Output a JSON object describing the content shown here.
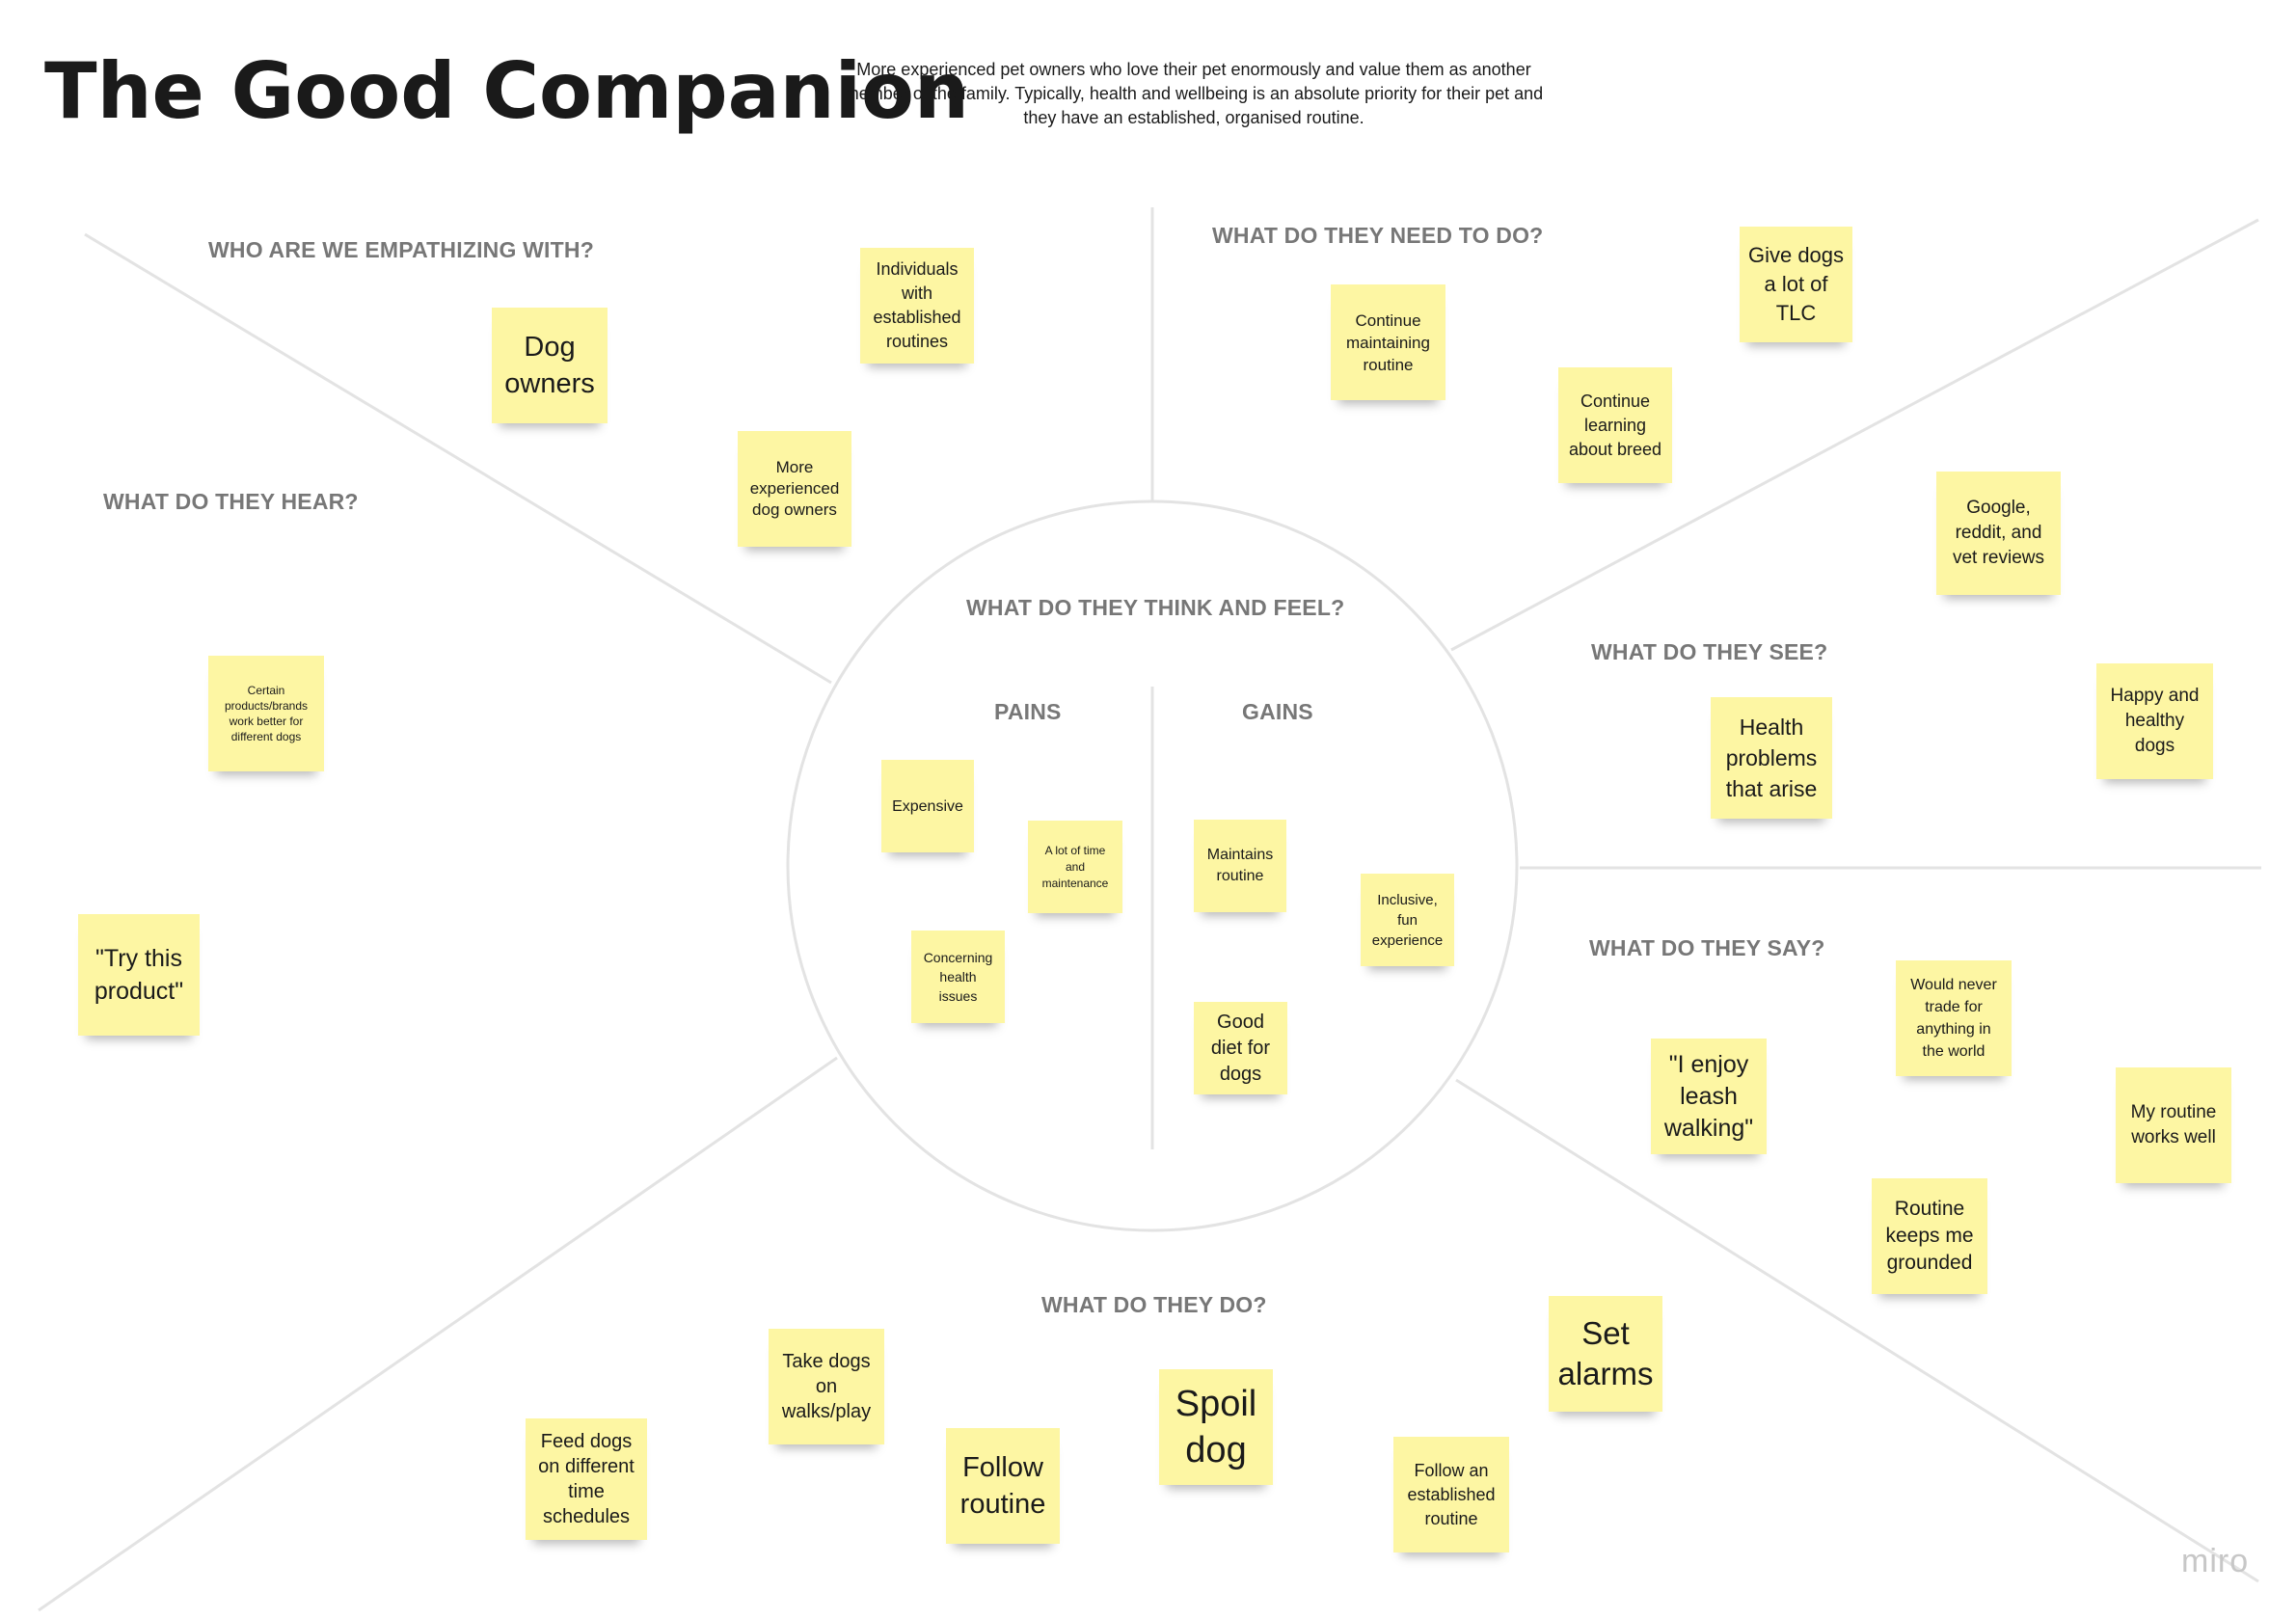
{
  "title": "The Good Companion",
  "subtitle": "More experienced pet owners who love their pet enormously and value them as another member of the family. Typically, health and wellbeing is an absolute priority for their pet and they have an established, organised routine.",
  "sections": {
    "who": "WHO ARE WE EMPATHIZING WITH?",
    "need": "WHAT DO THEY NEED TO DO?",
    "hear": "WHAT DO THEY HEAR?",
    "think": "WHAT DO THEY THINK AND FEEL?",
    "pains": "PAINS",
    "gains": "GAINS",
    "see": "WHAT DO THEY SEE?",
    "say": "WHAT DO THEY SAY?",
    "do": "WHAT DO THEY DO?"
  },
  "notes": {
    "dog_owners": "Dog owners",
    "individuals_routines": "Individuals with established routines",
    "more_experienced": "More experienced dog owners",
    "continue_routine": "Continue maintaining routine",
    "give_tlc": "Give dogs a lot of TLC",
    "continue_learning": "Continue learning about breed",
    "google_reviews": "Google, reddit, and vet reviews",
    "certain_products": "Certain products/brands work better for different dogs",
    "try_product": "\"Try this product\"",
    "expensive": "Expensive",
    "time_maintenance": "A lot of time and maintenance",
    "concerning_health": "Concerning health issues",
    "maintains_routine": "Maintains routine",
    "inclusive_fun": "Inclusive, fun experience",
    "good_diet": "Good diet for dogs",
    "health_problems": "Health problems that arise",
    "happy_healthy": "Happy and healthy dogs",
    "never_trade": "Would never trade for anything in the world",
    "enjoy_leash": "\"I enjoy leash walking\"",
    "routine_works": "My routine works well",
    "routine_grounded": "Routine keeps me grounded",
    "take_walks": "Take dogs on walks/play",
    "feed_schedules": "Feed dogs on different time schedules",
    "follow_routine": "Follow routine",
    "spoil_dog": "Spoil dog",
    "set_alarms": "Set alarms",
    "follow_established": "Follow an established routine"
  },
  "logo_text": "miro",
  "colors": {
    "note": "#fdf6a3",
    "heading": "#777777",
    "line": "#e3e3e3"
  }
}
